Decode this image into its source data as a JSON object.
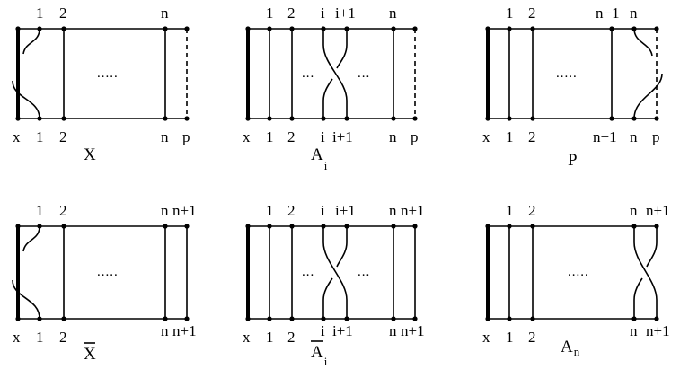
{
  "panels": [
    {
      "id": "X",
      "caption": "X",
      "top_labels": [
        "1",
        "2",
        "n"
      ],
      "bottom_labels": [
        "x",
        "1",
        "2",
        "n",
        "p"
      ],
      "dots": "....."
    },
    {
      "id": "A_i",
      "caption": "A",
      "caption_sub": "i",
      "top_labels": [
        "1",
        "2",
        "i",
        "i+1",
        "n"
      ],
      "bottom_labels": [
        "x",
        "1",
        "2",
        "i",
        "i+1",
        "n",
        "p"
      ],
      "dots_left": "...",
      "dots_right": "..."
    },
    {
      "id": "P",
      "caption": "P",
      "top_labels": [
        "1",
        "2",
        "n−1",
        "n"
      ],
      "bottom_labels": [
        "x",
        "1",
        "2",
        "n−1",
        "n",
        "p"
      ],
      "dots": "....."
    },
    {
      "id": "X_bar",
      "caption": "X",
      "top_labels": [
        "1",
        "2",
        "n",
        "n+1"
      ],
      "bottom_labels": [
        "x",
        "1",
        "2",
        "n",
        "n+1"
      ],
      "dots": "....."
    },
    {
      "id": "A_i_bar",
      "caption": "A",
      "caption_sub": "i",
      "top_labels": [
        "1",
        "2",
        "i",
        "i+1",
        "n",
        "n+1"
      ],
      "bottom_labels": [
        "x",
        "1",
        "2",
        "i",
        "i+1",
        "n",
        "n+1"
      ],
      "dots_left": "...",
      "dots_right": "..."
    },
    {
      "id": "A_n",
      "caption": "A",
      "caption_sub": "n",
      "top_labels": [
        "1",
        "2",
        "n",
        "n+1"
      ],
      "bottom_labels": [
        "x",
        "1",
        "2",
        "n",
        "n+1"
      ],
      "dots": "....."
    }
  ]
}
